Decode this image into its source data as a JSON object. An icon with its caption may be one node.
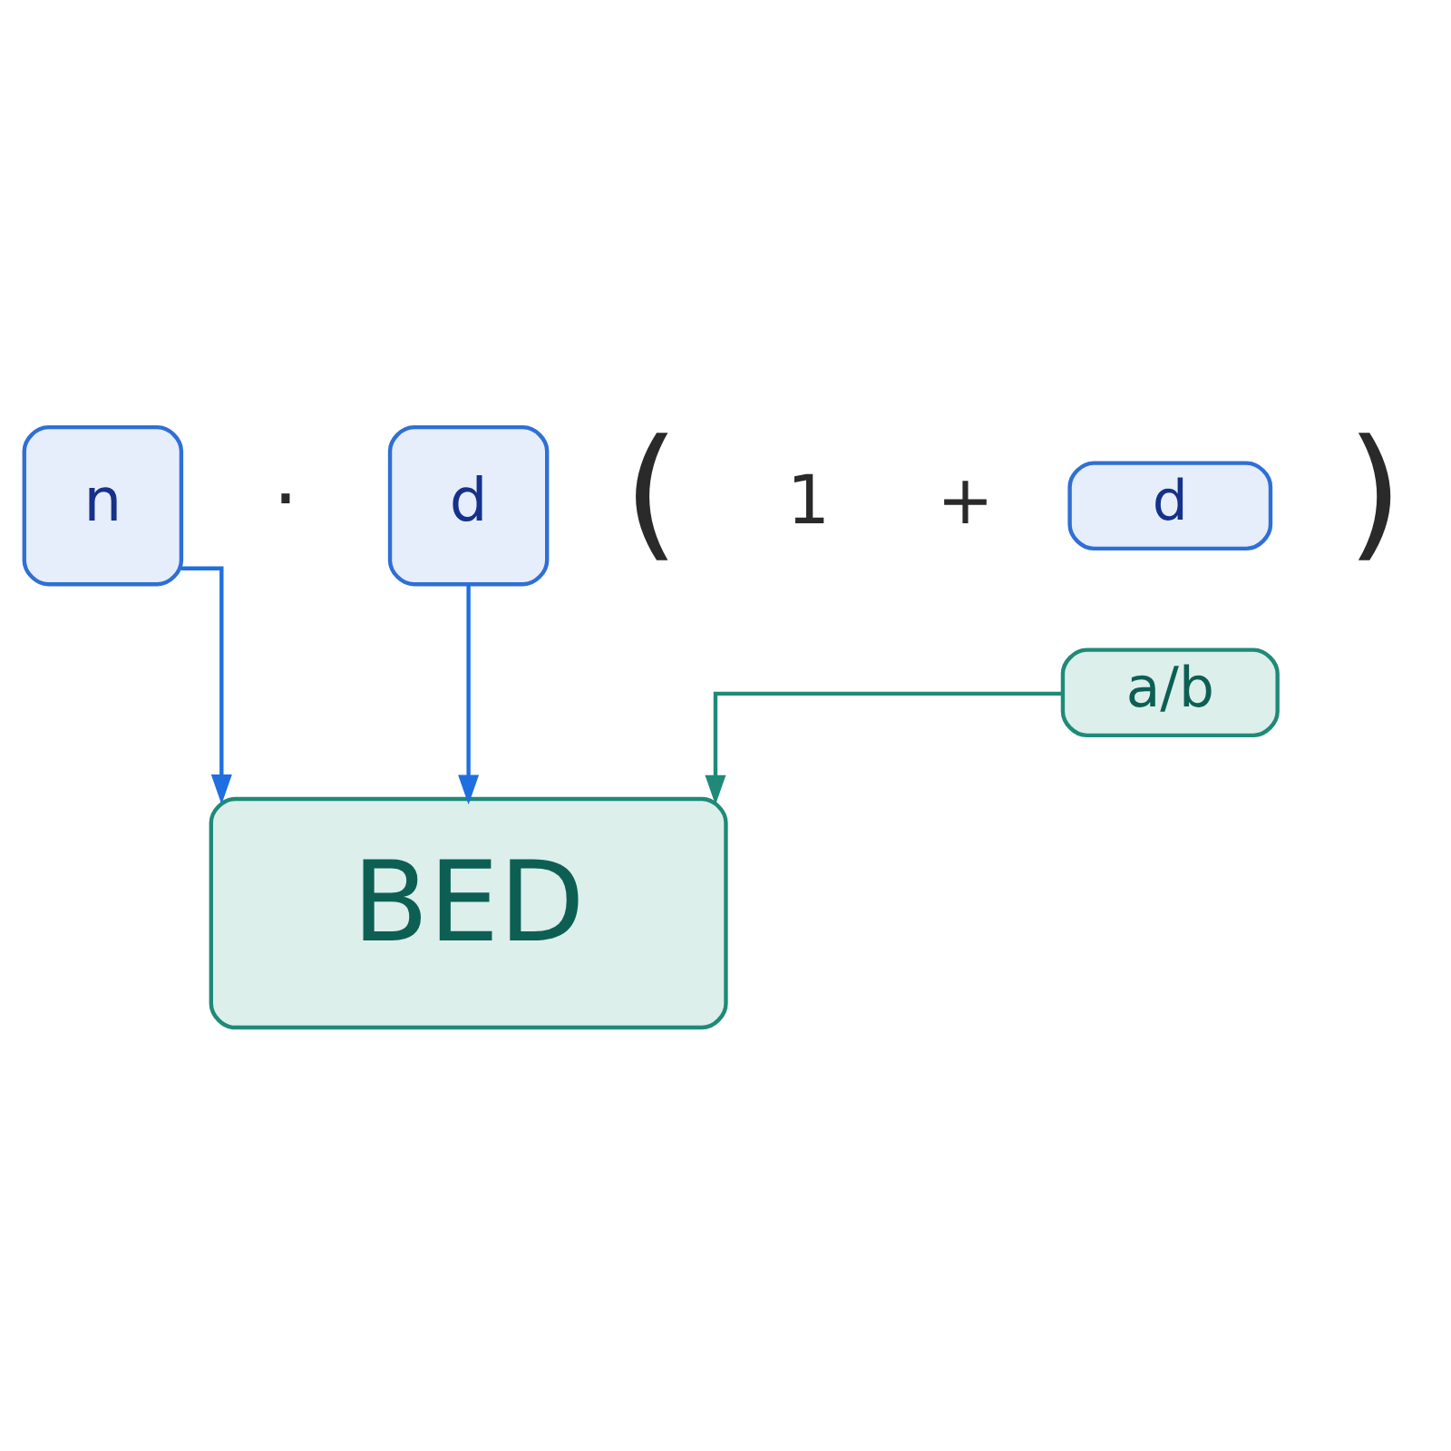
{
  "diagram": {
    "nodes": [
      {
        "text": [
          "n"
        ]
      },
      {
        "text": [
          "d"
        ]
      },
      {
        "text": [
          "d"
        ]
      },
      {
        "text": [
          "a/b"
        ]
      },
      {
        "text": [
          "BED"
        ]
      }
    ],
    "edges": [
      {
        "from": 0,
        "to": 4,
        "arrow": "to"
      },
      {
        "from": 1,
        "to": 4,
        "arrow": "to"
      },
      {
        "from": 3,
        "to": 4,
        "arrow": "to",
        "color": "#1f8a78"
      }
    ],
    "labels": [
      "·",
      "(",
      "1",
      "+",
      ")"
    ]
  }
}
